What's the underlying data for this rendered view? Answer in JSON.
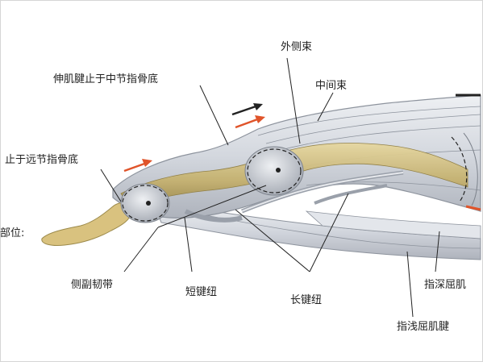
{
  "labels": {
    "extensor_insert_middle": "伸肌腱止于中节指骨底",
    "lateral_band": "外侧束",
    "central_slip": "中间束",
    "insert_distal": "止于远节指骨底",
    "position": "部位:",
    "collateral_ligament": "侧副韧带",
    "vinculum_breve": "短键纽",
    "vinculum_longum": "长键纽",
    "fdp": "指深屈肌",
    "fds": "指浅屈肌腱"
  },
  "colors": {
    "tendon": "#c7b67a",
    "tendon_dark": "#a8954f",
    "sheath": "#d8dbe1",
    "sheath_shadow": "#9aa0aa",
    "bone": "#d9c27f",
    "arrow_red": "#e0542a",
    "arrow_black": "#222222",
    "leader": "#222222"
  }
}
